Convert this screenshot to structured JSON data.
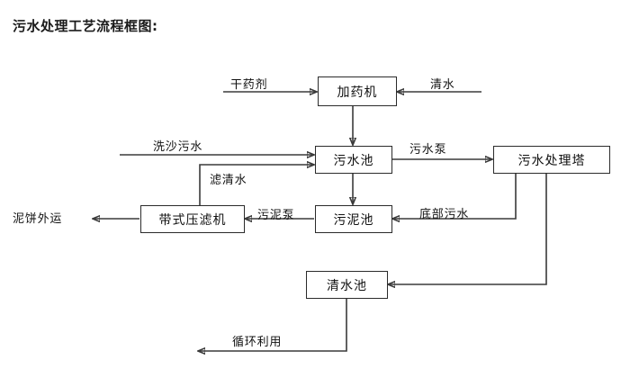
{
  "title": "污水处理工艺流程框图:",
  "nodes": {
    "dosing_machine": "加药机",
    "sewage_pool": "污水池",
    "sewage_treatment_tower": "污水处理塔",
    "sludge_pool": "污泥池",
    "belt_filter_press": "带式压滤机",
    "clean_water_pool": "清水池"
  },
  "edge_labels": {
    "dry_agent": "干药剂",
    "clean_water_in": "清水",
    "sand_wash_sewage": "洗沙污水",
    "filtered_clear_water": "滤清水",
    "sewage_pump": "污水泵",
    "sludge_pump": "污泥泵",
    "bottom_sewage": "底部污水",
    "mud_cake_out": "泥饼外运",
    "recycle_use": "循环利用"
  },
  "colors": {
    "stroke": "#3a3a3a",
    "box_border": "#2b2b2b",
    "text": "#111111",
    "title": "#1a1a1a",
    "background": "#ffffff"
  }
}
